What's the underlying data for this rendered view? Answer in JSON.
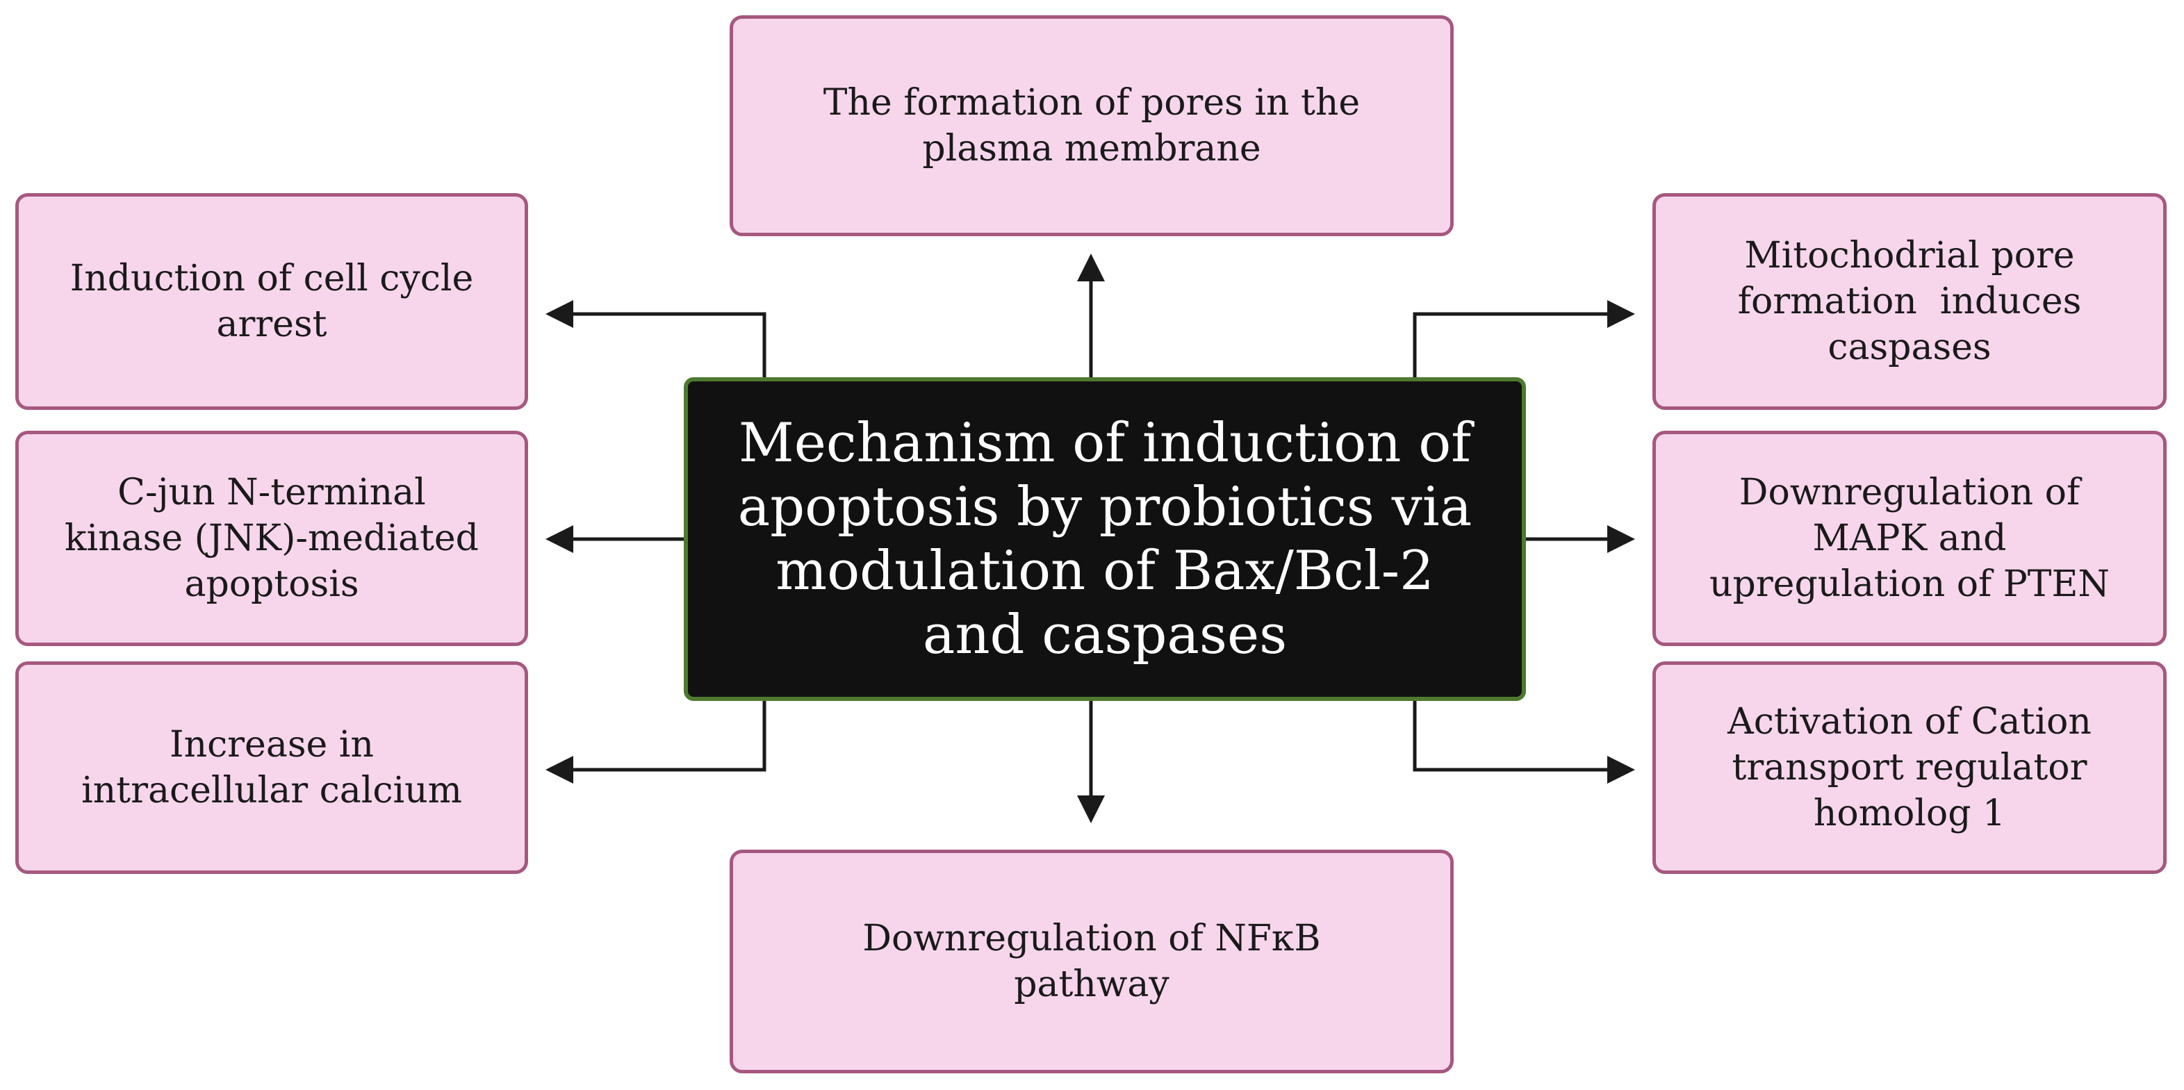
{
  "diagram": {
    "center": {
      "line1": "Mechanism of induction of",
      "line2": "apoptosis by probiotics via",
      "line3": "modulation of Bax/Bcl-2",
      "line4": "and caspases"
    },
    "top": {
      "line1": "The formation of pores in the",
      "line2": "plasma membrane"
    },
    "bottom": {
      "line1": "Downregulation of NFκB",
      "line2": "pathway"
    },
    "left": [
      {
        "line1": "Induction of cell cycle",
        "line2": "arrest"
      },
      {
        "line1": "C-jun N-terminal",
        "line2": "kinase (JNK)-mediated",
        "line3": "apoptosis"
      },
      {
        "line1": "Increase in",
        "line2": "intracellular calcium"
      }
    ],
    "right": [
      {
        "line1": "Mitochodrial pore",
        "line2": "formation  induces",
        "line3": "caspases"
      },
      {
        "line1": "Downregulation of",
        "line2": "MAPK and",
        "line3": "upregulation of PTEN"
      },
      {
        "line1": "Activation of Cation",
        "line2": "transport regulator",
        "line3": "homolog 1"
      }
    ]
  },
  "colors": {
    "box_fill": "#f7d6ec",
    "box_border": "#a6587f",
    "center_fill": "#111111",
    "center_border": "#4e7a30",
    "arrow": "#1a1a1a"
  }
}
